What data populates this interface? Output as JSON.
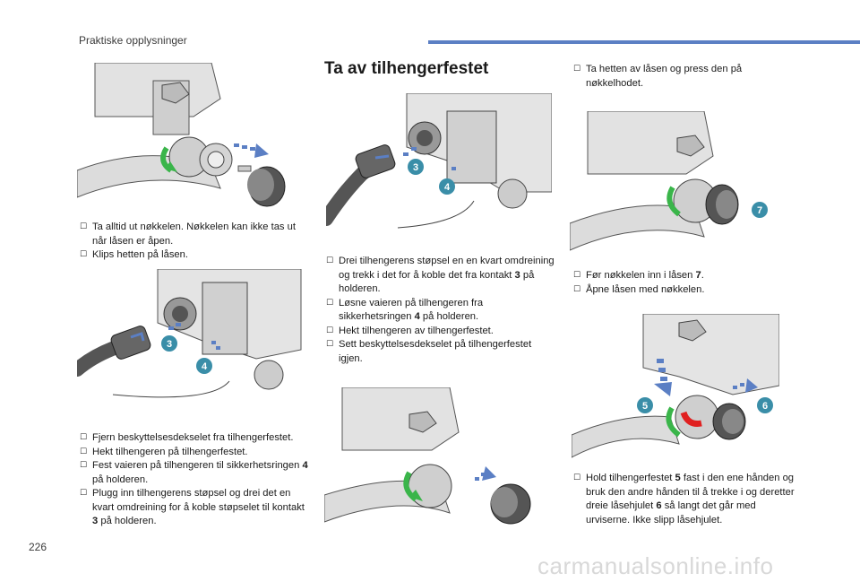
{
  "header": {
    "section": "Praktiske opplysninger"
  },
  "page_number": "226",
  "watermark": "carmanualsonline.info",
  "title": "Ta av tilhengerfestet",
  "col1": {
    "list1": [
      "Ta alltid ut nøkkelen. Nøkkelen kan ikke tas ut når låsen er åpen.",
      "Klips hetten på låsen."
    ],
    "list2": [
      "Fjern beskyttelsesdekselet fra tilhengerfestet.",
      "Hekt tilhengeren på tilhengerfestet.",
      [
        "Fest vaieren på tilhengeren til sikkerhetsringen ",
        "4",
        " på holderen."
      ],
      [
        "Plugg inn tilhengerens støpsel og drei det en kvart omdreining for å koble støpselet til kontakt ",
        "3",
        " på holderen."
      ]
    ]
  },
  "col2": {
    "list1": [
      [
        "Drei tilhengerens støpsel en en kvart omdreining og trekk i det for å koble det fra kontakt ",
        "3",
        " på holderen."
      ],
      [
        "Løsne vaieren på tilhengeren fra sikkerhetsringen ",
        "4",
        " på holderen."
      ],
      "Hekt tilhengeren av tilhengerfestet.",
      "Sett beskyttelsesdekselet på tilhengerfestet igjen."
    ]
  },
  "col3": {
    "list1": [
      "Ta hetten av låsen og press den på nøkkelhodet."
    ],
    "list2": [
      [
        "Før nøkkelen inn i låsen ",
        "7",
        "."
      ],
      "Åpne låsen med nøkkelen."
    ],
    "list3": [
      [
        "Hold tilhengerfestet ",
        "5",
        " fast i den ene hånden og bruk den andre hånden til å trekke i og deretter dreie låsehjulet ",
        "6",
        " så langt det går med urviserne. Ikke slipp låsehjulet."
      ]
    ]
  },
  "callouts": {
    "c3": "3",
    "c4": "4",
    "c5": "5",
    "c6": "6",
    "c7": "7"
  },
  "colors": {
    "accent": "#5b7fc4",
    "callout": "#3a8ea8",
    "green": "#3ab54a",
    "red": "#e02020",
    "metal": "#d9d9d9"
  }
}
